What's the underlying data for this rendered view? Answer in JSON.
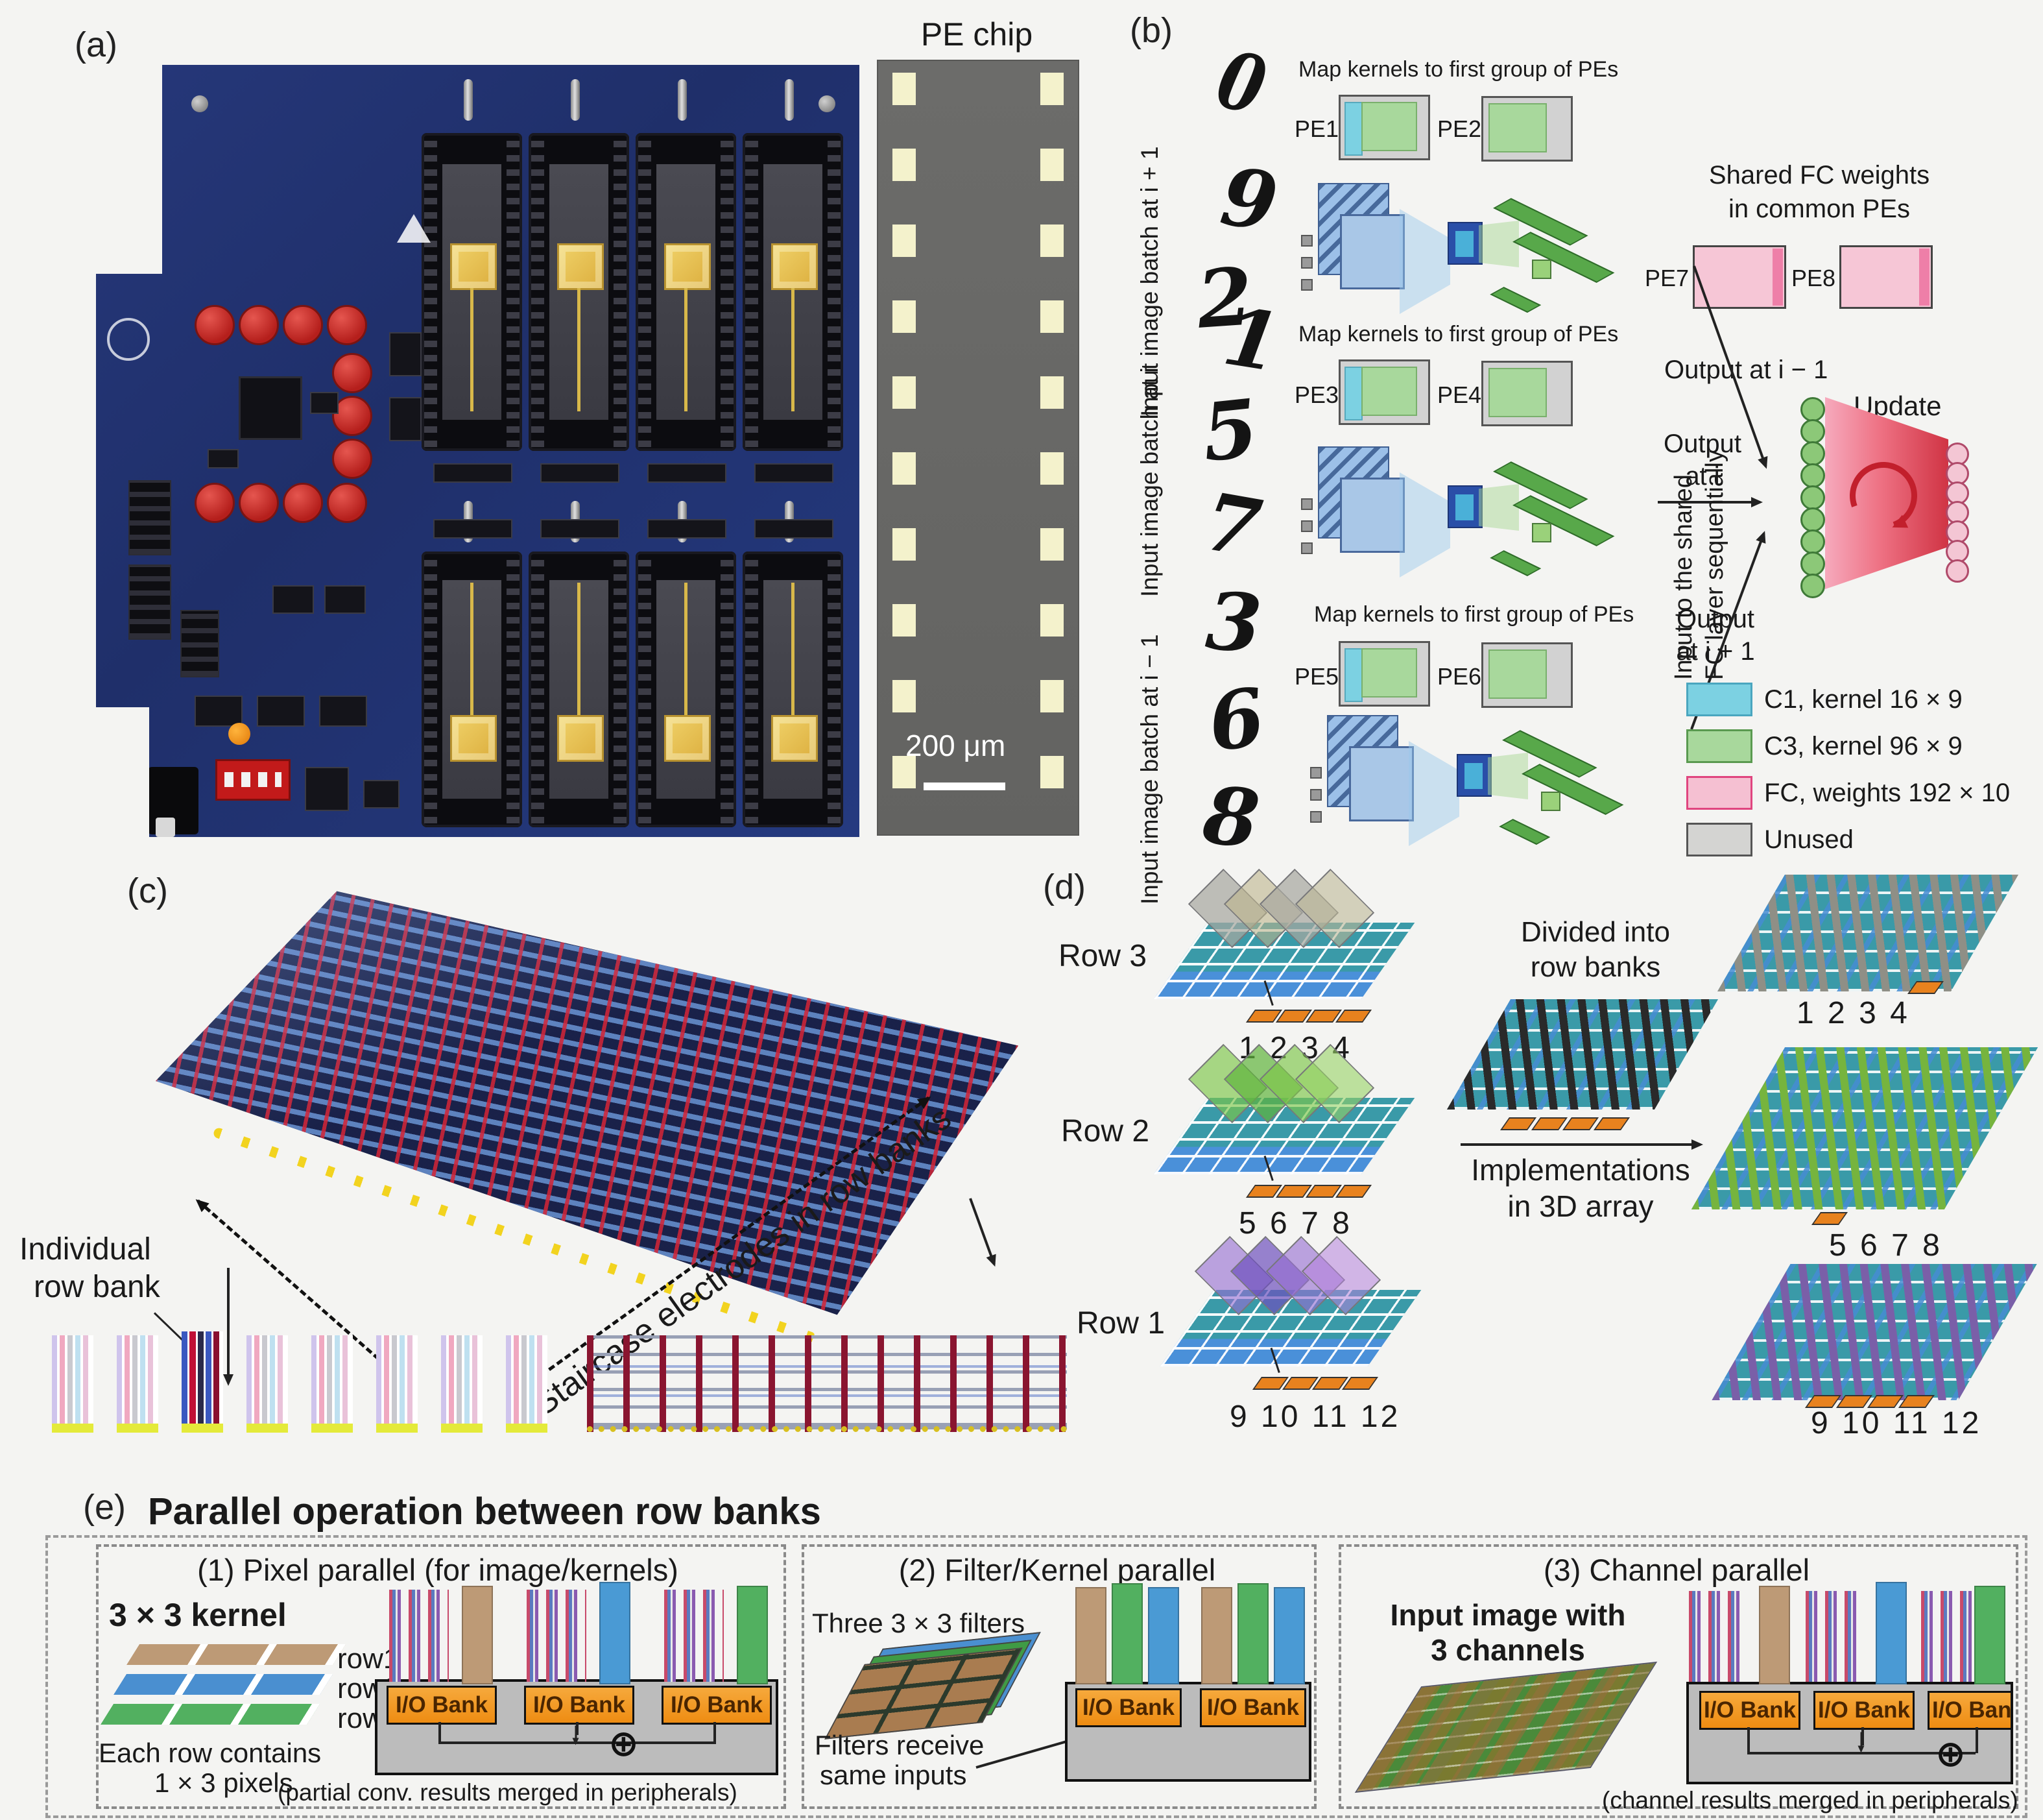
{
  "a": {
    "label": "(a)",
    "chip_title": "PE chip",
    "scale_label": "200 μm"
  },
  "b": {
    "label": "(b)",
    "groups": [
      {
        "side": "Input image batch at i + 1",
        "digit1": "0",
        "digit2": "9",
        "digit3": "2",
        "map_label": "Map kernels to first group of PEs",
        "pe_left": "PE1",
        "pe_right": "PE2"
      },
      {
        "side": "Input image batch at i",
        "digit1": "1",
        "digit2": "5",
        "digit3": "7",
        "map_label": "Map kernels to first group of PEs",
        "pe_left": "PE3",
        "pe_right": "PE4"
      },
      {
        "side": "Input image batch at i − 1",
        "digit1": "3",
        "digit2": "6",
        "digit3": "8",
        "map_label": "Map kernels to first group of PEs",
        "pe_left": "PE5",
        "pe_right": "PE6"
      }
    ],
    "shared_fc_line1": "Shared FC weights",
    "shared_fc_line2": "in common PEs",
    "pe7": "PE7",
    "pe8": "PE8",
    "output_prev": "Output at i − 1",
    "output_cur_line1": "Output",
    "output_cur_line2": "at i",
    "output_next_line1": "Output",
    "output_next_line2": "at i + 1",
    "fc_input_line1": "Input to the  shared",
    "fc_input_line2": "FC layer sequentially",
    "update_label": "Update",
    "legend": [
      {
        "label": "C1, kernel 16 × 9",
        "color": "#7cd1e2"
      },
      {
        "label": "C3, kernel 96 × 9",
        "color": "#a8d89c"
      },
      {
        "label": "FC, weights 192 × 10",
        "color": "#f5c0d2"
      },
      {
        "label": "Unused",
        "color": "#d4d4d2"
      }
    ]
  },
  "c": {
    "label": "(c)",
    "individual_line1": "Individual",
    "individual_line2": "row bank",
    "staircase_label": "Staircase electrodes in row banks"
  },
  "d": {
    "label": "(d)",
    "rows": [
      {
        "name": "Row 3",
        "numbers": "1 2 3 4"
      },
      {
        "name": "Row 2",
        "numbers": "5 6 7 8"
      },
      {
        "name": "Row 1",
        "numbers": "9 10 11 12"
      }
    ],
    "divided_line1": "Divided into",
    "divided_line2": "row banks",
    "impl_line1": "Implementations",
    "impl_line2": "in 3D array",
    "bank_numbers": [
      "1 2 3 4",
      "5 6 7 8",
      "9 10 11 12"
    ]
  },
  "e": {
    "label": "(e)",
    "title": "Parallel operation between row banks",
    "box1": {
      "title": "(1) Pixel parallel (for image/kernels)",
      "kernel_label": "3 × 3 kernel",
      "row1": "row1",
      "row2": "row2",
      "row3": "row3",
      "note1": "Each row contains",
      "note2": "1 × 3 pixels",
      "caption": "(partial conv. results merged in peripherals)",
      "io_label": "I/O Bank"
    },
    "box2": {
      "title": "(2) Filter/Kernel parallel",
      "filters_label": "Three 3 × 3 filters",
      "note1": "Filters receive",
      "note2": "same inputs",
      "io_label": "I/O Bank"
    },
    "box3": {
      "title": "(3) Channel parallel",
      "input_line1": "Input image with",
      "input_line2": "3 channels",
      "caption": "(channel results merged in peripherals)",
      "io_label": "I/O Bank"
    }
  }
}
